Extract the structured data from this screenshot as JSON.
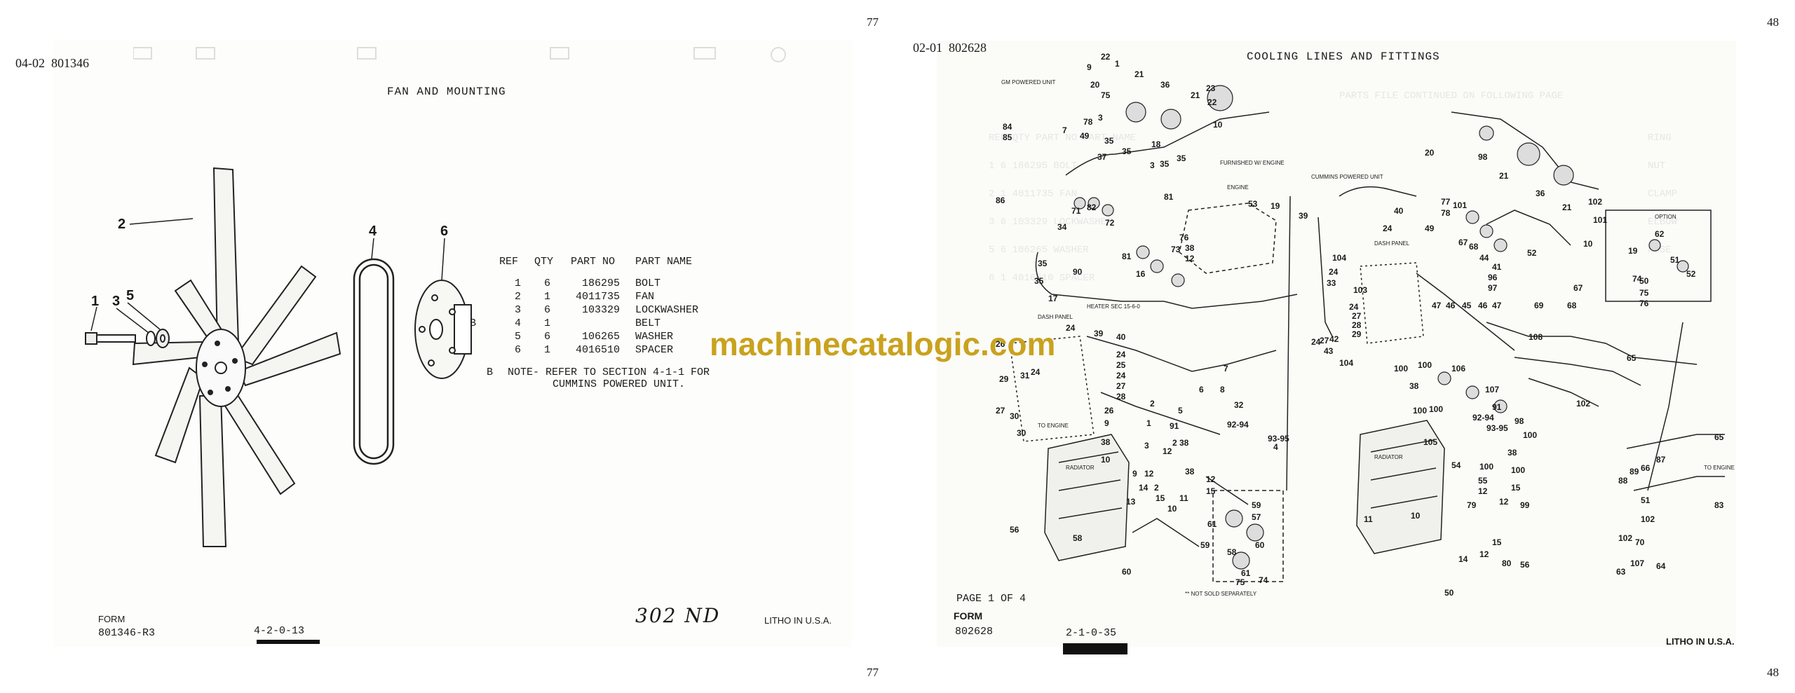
{
  "left_page": {
    "page_number_top": "77",
    "page_number_bottom": "77",
    "header_code": "04-02  801346",
    "title": "FAN AND MOUNTING",
    "callouts": [
      "2",
      "1",
      "3",
      "5",
      "4",
      "6"
    ],
    "parts_table": {
      "headers": [
        "REF",
        "QTY",
        "PART NO",
        "PART NAME"
      ],
      "rows": [
        {
          "flag": "",
          "ref": "1",
          "qty": "6",
          "part_no": "186295",
          "name": "BOLT"
        },
        {
          "flag": "",
          "ref": "2",
          "qty": "1",
          "part_no": "4011735",
          "name": "FAN"
        },
        {
          "flag": "",
          "ref": "3",
          "qty": "6",
          "part_no": "103329",
          "name": "LOCKWASHER"
        },
        {
          "flag": "B",
          "ref": "4",
          "qty": "1",
          "part_no": "",
          "name": "BELT"
        },
        {
          "flag": "",
          "ref": "5",
          "qty": "6",
          "part_no": "106265",
          "name": "WASHER"
        },
        {
          "flag": "",
          "ref": "6",
          "qty": "1",
          "part_no": "4016510",
          "name": "SPACER"
        }
      ]
    },
    "note_flag": "B",
    "note_line1": "NOTE- REFER TO SECTION 4-1-1 FOR",
    "note_line2": "CUMMINS POWERED UNIT.",
    "form_label": "FORM",
    "form_number": "801346-R3",
    "section_code": "4-2-0-13",
    "handwritten": "302 ND",
    "litho": "LITHO IN U.S.A."
  },
  "right_page": {
    "page_number_top": "48",
    "page_number_bottom": "48",
    "header_code": "02-01  802628",
    "title": "COOLING LINES AND FITTINGS",
    "section_labels": {
      "gm": "GM POWERED UNIT",
      "furnished": "FURNISHED W/ ENGINE",
      "cummins": "CUMMINS POWERED UNIT",
      "engine": "ENGINE",
      "dash_panel": "DASH PANEL",
      "heater": "HEATER SEC 15-6-0",
      "radiator": "RADIATOR",
      "option": "OPTION",
      "to_engine": "TO ENGINE",
      "not_sold": "** NOT SOLD SEPARATELY"
    },
    "callouts_gm": [
      "9",
      "22",
      "1",
      "20",
      "75",
      "21",
      "36",
      "21",
      "23",
      "22",
      "10",
      "84",
      "85",
      "7",
      "78",
      "49",
      "3",
      "35",
      "37",
      "35",
      "18",
      "3",
      "35",
      "35",
      "86",
      "34",
      "71",
      "82",
      "81",
      "53",
      "19",
      "72",
      "16",
      "73",
      "35",
      "81",
      "90",
      "35",
      "17",
      "26",
      "24",
      "39",
      "40",
      "24",
      "25",
      "24",
      "27",
      "28",
      "29",
      "31",
      "24",
      "27",
      "30",
      "26",
      "30",
      "38",
      "9",
      "2",
      "1",
      "5",
      "6",
      "7",
      "8",
      "32",
      "91",
      "92-94",
      "93-95",
      "4",
      "2",
      "38",
      "3",
      "10",
      "9",
      "15",
      "12",
      "2",
      "38",
      "12",
      "15",
      "14",
      "13",
      "11",
      "10",
      "56",
      "58",
      "60",
      "59",
      "57",
      "61",
      "60",
      "59",
      "58",
      "61",
      "74",
      "75",
      "76",
      "38",
      "12",
      "12"
    ],
    "callouts_cummins": [
      "20",
      "98",
      "21",
      "36",
      "21",
      "102",
      "101",
      "10",
      "77",
      "101",
      "78",
      "49",
      "40",
      "24",
      "39",
      "67",
      "68",
      "44",
      "41",
      "96",
      "97",
      "52",
      "69",
      "68",
      "67",
      "19",
      "74",
      "75",
      "76",
      "104",
      "33",
      "24",
      "103",
      "24",
      "27",
      "28",
      "29",
      "47",
      "46",
      "45",
      "46",
      "47",
      "108",
      "24",
      "27",
      "42",
      "43",
      "104",
      "100",
      "100",
      "106",
      "38",
      "107",
      "91",
      "100",
      "100",
      "92-94",
      "93-95",
      "98",
      "100",
      "105",
      "38",
      "54",
      "100",
      "55",
      "100",
      "12",
      "15",
      "12",
      "99",
      "79",
      "10",
      "11",
      "14",
      "12",
      "15",
      "80",
      "56",
      "50",
      "65",
      "62",
      "51",
      "52",
      "50",
      "102",
      "65",
      "87",
      "88",
      "89",
      "66",
      "51",
      "102",
      "83",
      "70",
      "102",
      "63",
      "107",
      "64"
    ],
    "page_line": "PAGE 1 OF 4",
    "form_label": "FORM",
    "form_number": "802628",
    "section_code": "2-1-0-35",
    "litho": "LITHO IN U.S.A."
  },
  "watermark": "machinecatalogic.com"
}
